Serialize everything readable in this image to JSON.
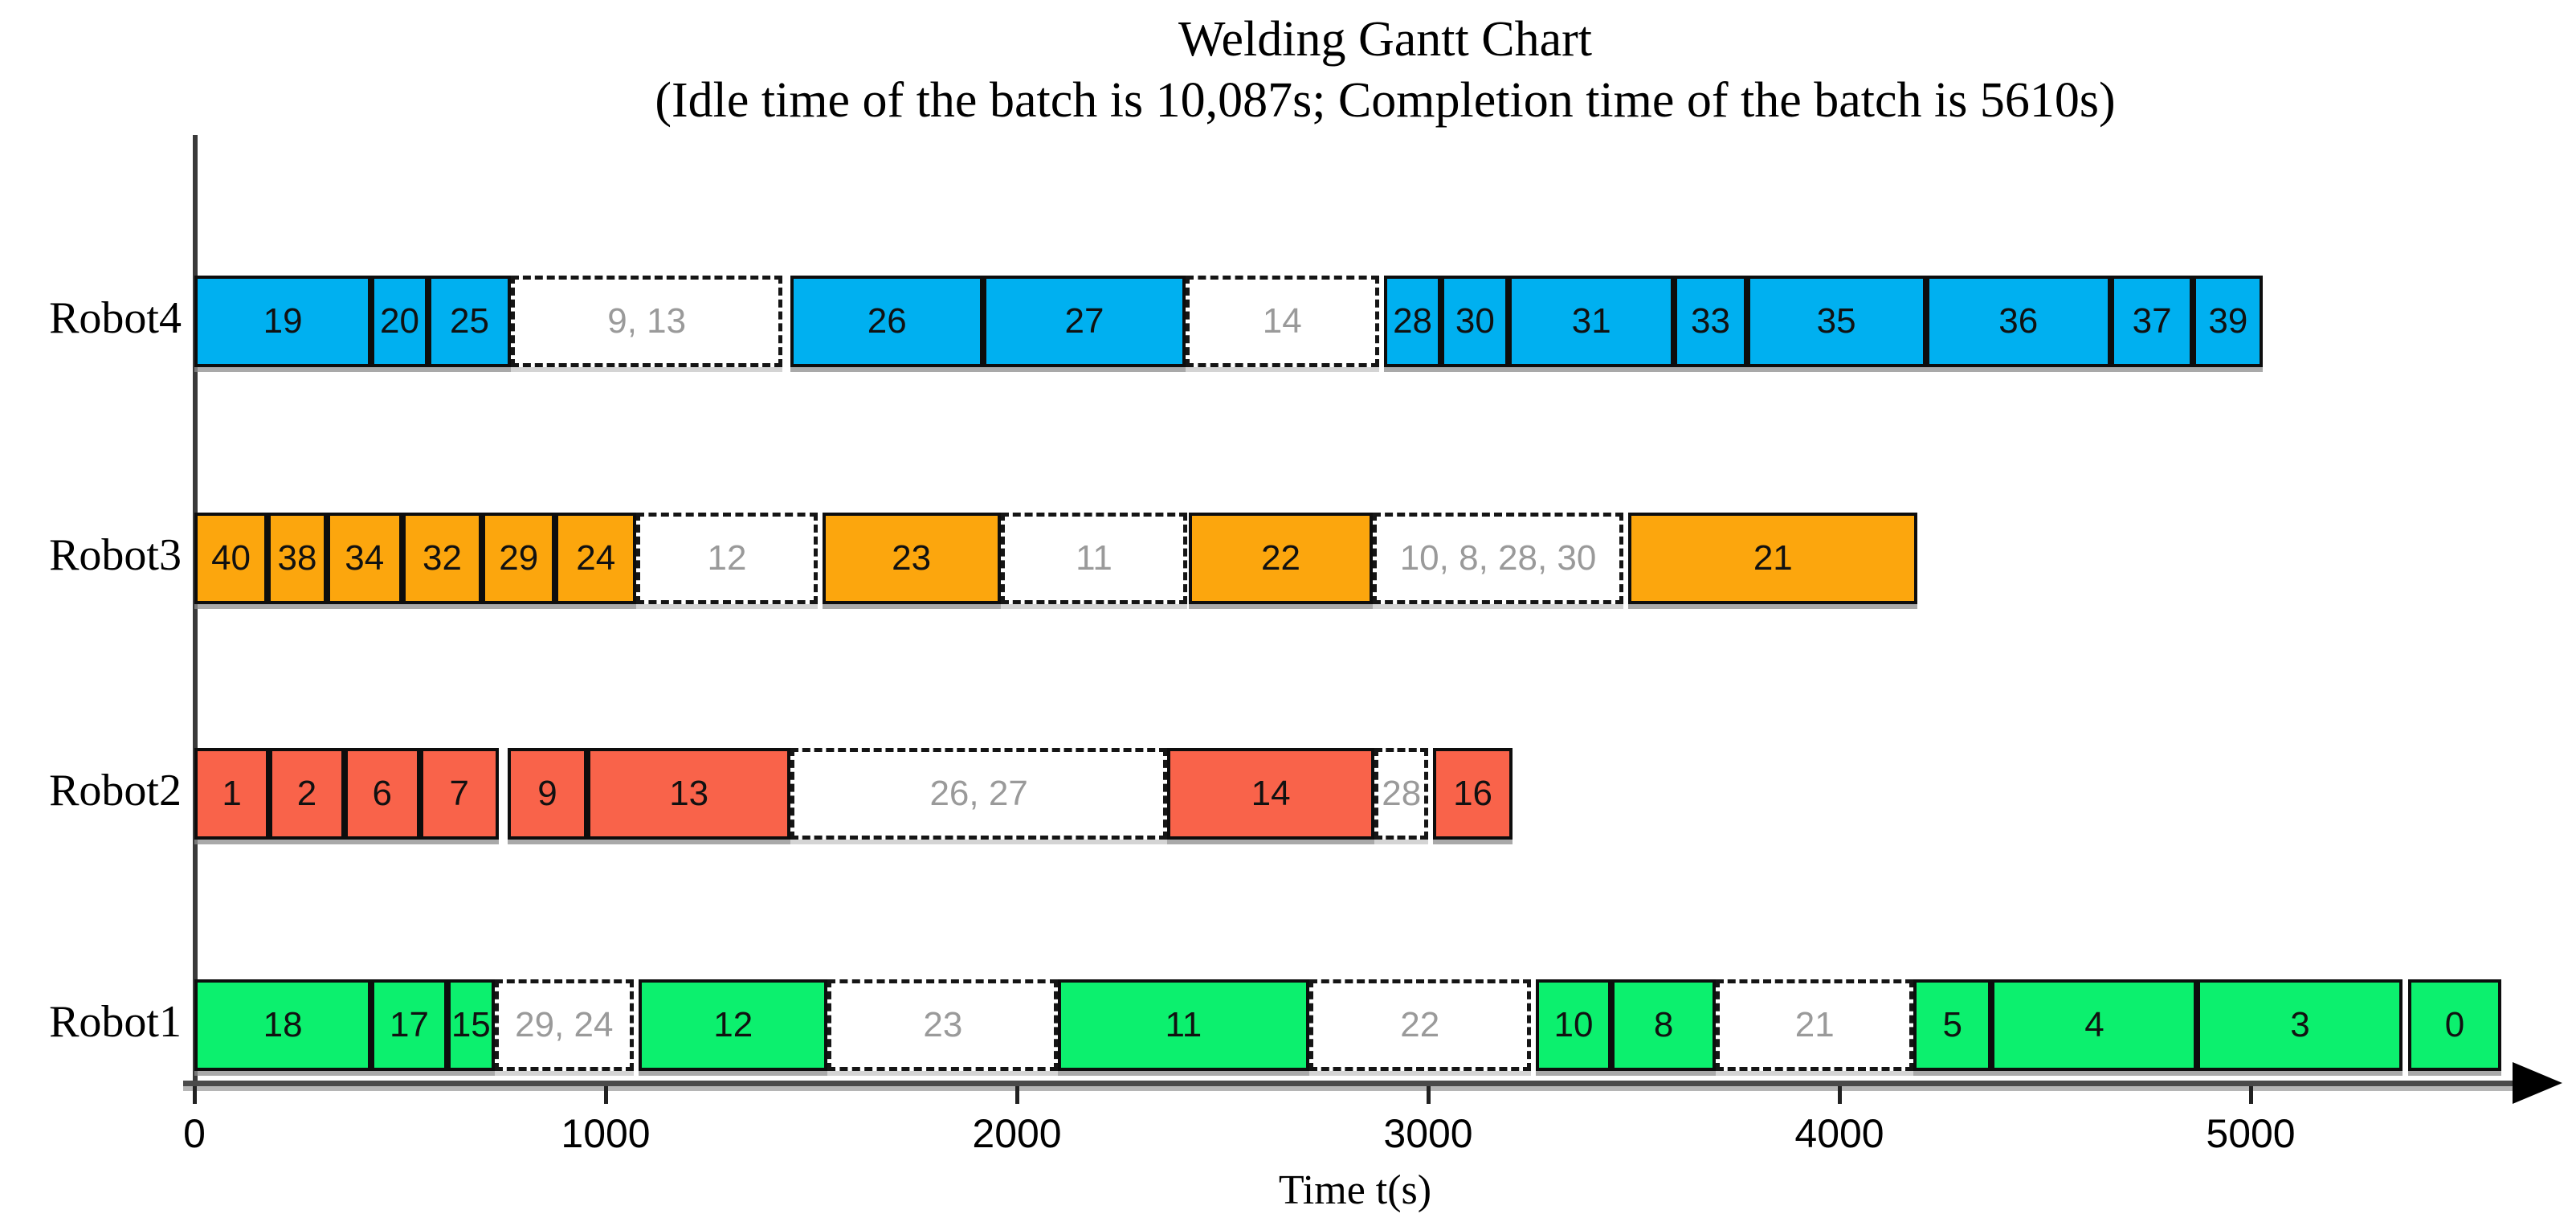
{
  "title": "Welding Gantt Chart",
  "subtitle": "(Idle time of the batch is 10,087s; Completion time of the batch is 5610s)",
  "axis": {
    "xlabel": "Time t(s)",
    "tick_labels": [
      "0",
      "1000",
      "2000",
      "3000",
      "4000",
      "5000"
    ]
  },
  "chart_data": {
    "type": "gantt-bar",
    "title": "Welding Gantt Chart",
    "subtitle": "(Idle time of the batch is 10,087s; Completion time of the batch is 5610s)",
    "idle_time_s": 10087,
    "completion_time_s": 5610,
    "xlabel": "Time t(s)",
    "xlim": [
      0,
      5610
    ],
    "xticks": [
      0,
      1000,
      2000,
      3000,
      4000,
      5000
    ],
    "grid": false,
    "legend": false,
    "idle_style": {
      "fill": "#ffffff",
      "border": "dashed",
      "text_color": "#9a9a9a"
    },
    "rows": [
      {
        "label": "Robot4",
        "color": "#00b0f0",
        "segments": [
          {
            "kind": "task",
            "label": "19",
            "start": 0,
            "end": 430
          },
          {
            "kind": "task",
            "label": "20",
            "start": 430,
            "end": 568
          },
          {
            "kind": "task",
            "label": "25",
            "start": 568,
            "end": 770
          },
          {
            "kind": "idle",
            "label": "9, 13",
            "start": 770,
            "end": 1430
          },
          {
            "kind": "task",
            "label": "26",
            "start": 1450,
            "end": 1918
          },
          {
            "kind": "task",
            "label": "27",
            "start": 1918,
            "end": 2410
          },
          {
            "kind": "idle",
            "label": "14",
            "start": 2410,
            "end": 2880
          },
          {
            "kind": "task",
            "label": "28",
            "start": 2892,
            "end": 3032
          },
          {
            "kind": "task",
            "label": "30",
            "start": 3032,
            "end": 3196
          },
          {
            "kind": "task",
            "label": "31",
            "start": 3196,
            "end": 3598
          },
          {
            "kind": "task",
            "label": "33",
            "start": 3598,
            "end": 3775
          },
          {
            "kind": "task",
            "label": "35",
            "start": 3775,
            "end": 4210
          },
          {
            "kind": "task",
            "label": "36",
            "start": 4210,
            "end": 4660
          },
          {
            "kind": "task",
            "label": "37",
            "start": 4660,
            "end": 4860
          },
          {
            "kind": "task",
            "label": "39",
            "start": 4860,
            "end": 5030
          }
        ]
      },
      {
        "label": "Robot3",
        "color": "#fca60d",
        "segments": [
          {
            "kind": "task",
            "label": "40",
            "start": 0,
            "end": 178
          },
          {
            "kind": "task",
            "label": "38",
            "start": 178,
            "end": 322
          },
          {
            "kind": "task",
            "label": "34",
            "start": 322,
            "end": 505
          },
          {
            "kind": "task",
            "label": "32",
            "start": 505,
            "end": 700
          },
          {
            "kind": "task",
            "label": "29",
            "start": 700,
            "end": 877
          },
          {
            "kind": "task",
            "label": "24",
            "start": 877,
            "end": 1075
          },
          {
            "kind": "idle",
            "label": "12",
            "start": 1075,
            "end": 1515
          },
          {
            "kind": "task",
            "label": "23",
            "start": 1527,
            "end": 1960
          },
          {
            "kind": "idle",
            "label": "11",
            "start": 1960,
            "end": 2415
          },
          {
            "kind": "task",
            "label": "22",
            "start": 2418,
            "end": 2865
          },
          {
            "kind": "idle",
            "label": "10, 8, 28, 30",
            "start": 2865,
            "end": 3475
          },
          {
            "kind": "task",
            "label": "21",
            "start": 3487,
            "end": 4190
          }
        ]
      },
      {
        "label": "Robot2",
        "color": "#f9634a",
        "segments": [
          {
            "kind": "task",
            "label": "1",
            "start": 0,
            "end": 182
          },
          {
            "kind": "task",
            "label": "2",
            "start": 182,
            "end": 365
          },
          {
            "kind": "task",
            "label": "6",
            "start": 365,
            "end": 548
          },
          {
            "kind": "task",
            "label": "7",
            "start": 548,
            "end": 740
          },
          {
            "kind": "task",
            "label": "9",
            "start": 762,
            "end": 955
          },
          {
            "kind": "task",
            "label": "13",
            "start": 955,
            "end": 1450
          },
          {
            "kind": "idle",
            "label": "26, 27",
            "start": 1450,
            "end": 2365
          },
          {
            "kind": "task",
            "label": "14",
            "start": 2365,
            "end": 2870
          },
          {
            "kind": "idle",
            "label": "28",
            "start": 2870,
            "end": 3000
          },
          {
            "kind": "task",
            "label": "16",
            "start": 3012,
            "end": 3205
          }
        ]
      },
      {
        "label": "Robot1",
        "color": "#0cf06e",
        "segments": [
          {
            "kind": "task",
            "label": "18",
            "start": 0,
            "end": 430
          },
          {
            "kind": "task",
            "label": "17",
            "start": 430,
            "end": 615
          },
          {
            "kind": "task",
            "label": "15",
            "start": 615,
            "end": 730
          },
          {
            "kind": "idle",
            "label": "29, 24",
            "start": 730,
            "end": 1068
          },
          {
            "kind": "task",
            "label": "12",
            "start": 1080,
            "end": 1540
          },
          {
            "kind": "idle",
            "label": "23",
            "start": 1540,
            "end": 2100
          },
          {
            "kind": "task",
            "label": "11",
            "start": 2100,
            "end": 2710
          },
          {
            "kind": "idle",
            "label": "22",
            "start": 2710,
            "end": 3250
          },
          {
            "kind": "task",
            "label": "10",
            "start": 3262,
            "end": 3445
          },
          {
            "kind": "task",
            "label": "8",
            "start": 3445,
            "end": 3700
          },
          {
            "kind": "idle",
            "label": "21",
            "start": 3700,
            "end": 4180
          },
          {
            "kind": "task",
            "label": "5",
            "start": 4180,
            "end": 4370
          },
          {
            "kind": "task",
            "label": "4",
            "start": 4370,
            "end": 4870
          },
          {
            "kind": "task",
            "label": "3",
            "start": 4870,
            "end": 5370
          },
          {
            "kind": "task",
            "label": "0",
            "start": 5382,
            "end": 5610
          }
        ]
      }
    ]
  },
  "colors": {
    "robot4_blue": "#00b0f0",
    "robot3_orange": "#fca60d",
    "robot2_red": "#f9634a",
    "robot1_green": "#0cf06e",
    "idle_text": "#9a9a9a",
    "axis": "#4a4a4a"
  }
}
